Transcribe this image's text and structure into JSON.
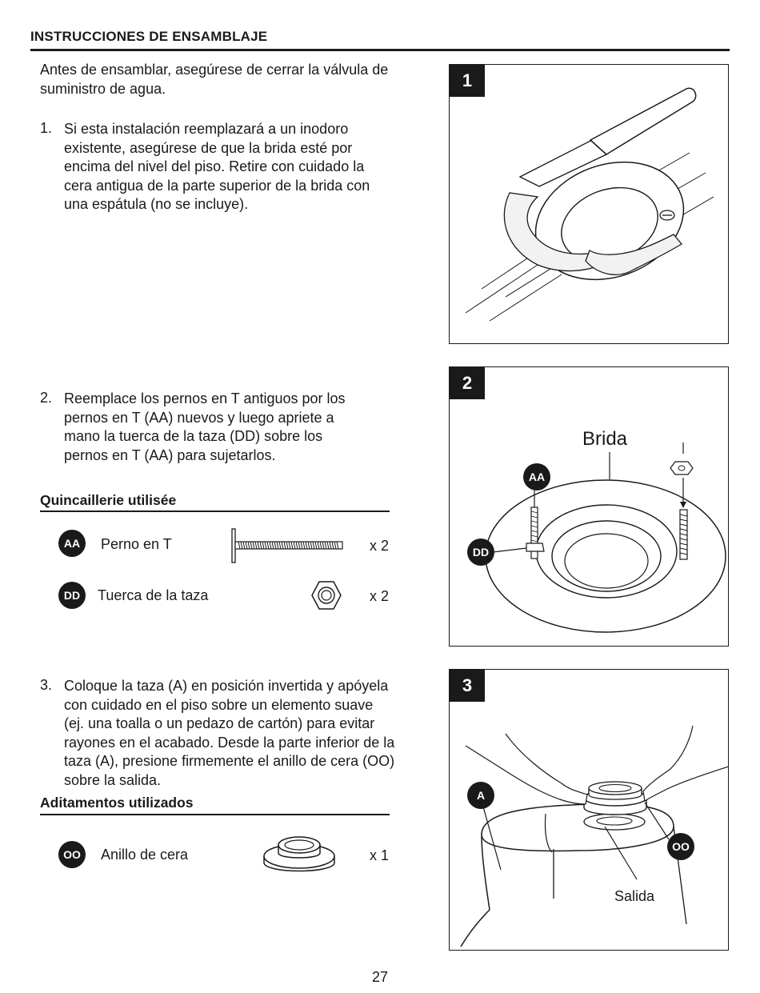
{
  "header": {
    "title": "INSTRUCCIONES DE ENSAMBLAJE"
  },
  "intro": {
    "line1": "Antes de ensamblar, asegúrese de cerrar la válvula de",
    "line2": "suministro de agua."
  },
  "steps": [
    {
      "number": "1.",
      "lines": [
        "Si esta instalación reemplazará a un inodoro",
        "existente, asegúrese de que la brida esté por",
        "encima del nivel del piso. Retire con cuidado la",
        "cera antigua de la parte superior de la brida con",
        "una espátula (no se incluye)."
      ]
    },
    {
      "number": "2.",
      "lines": [
        "Reemplace los pernos en T antiguos por los",
        "pernos en T (AA) nuevos y luego apriete a",
        "mano la tuerca de la taza (DD) sobre los",
        "pernos en T (AA) para sujetarlos."
      ]
    },
    {
      "number": "3.",
      "lines": [
        "Coloque la taza (A) en posición invertida y apóyela",
        "con cuidado en el piso sobre un elemento suave",
        "(ej. una toalla o un pedazo de cartón) para evitar",
        "rayones en el acabado. Desde la parte inferior de la",
        "taza (A), presione firmemente el anillo de cera (OO)",
        "sobre la salida."
      ]
    }
  ],
  "hardware_section": {
    "title": "Quincaillerie utilisée",
    "items": [
      {
        "badge": "AA",
        "label": "Perno en T",
        "qty": "x 2"
      },
      {
        "badge": "DD",
        "label": "Tuerca de la taza",
        "qty": "x 2"
      }
    ]
  },
  "accessories_section": {
    "title": "Aditamentos utilizados",
    "items": [
      {
        "badge": "OO",
        "label": "Anillo de cera",
        "qty": "x 1"
      }
    ]
  },
  "panels": [
    {
      "number": "1"
    },
    {
      "number": "2",
      "label_brida": "Brida",
      "badge_aa": "AA",
      "badge_dd": "DD"
    },
    {
      "number": "3",
      "badge_a": "A",
      "badge_oo": "OO",
      "label_salida": "Salida"
    }
  ],
  "footer": {
    "page_number": "27"
  }
}
